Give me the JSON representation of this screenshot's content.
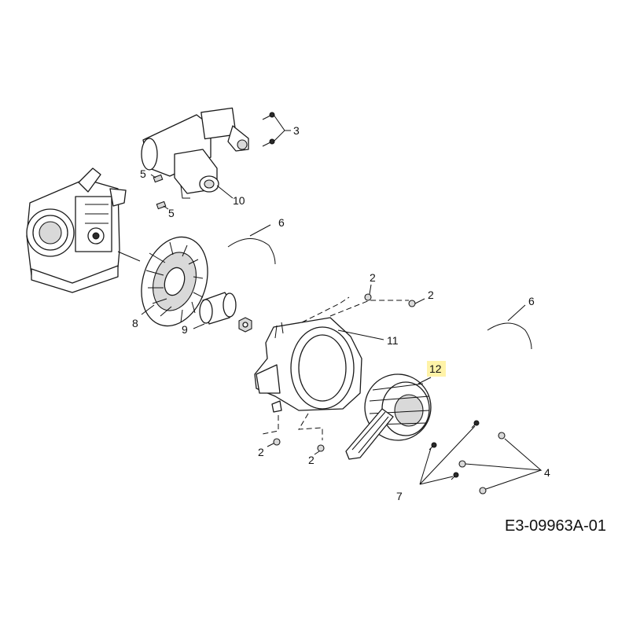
{
  "callouts": {
    "c2a": "2",
    "c2b": "2",
    "c2c": "2",
    "c2d": "2",
    "c3": "3",
    "c4": "4",
    "c5a": "5",
    "c5b": "5",
    "c6a": "6",
    "c6b": "6",
    "c7": "7",
    "c8": "8",
    "c9": "9",
    "c10": "10",
    "c11": "11",
    "c12": "12"
  },
  "highlight_color": "#fff3a8",
  "drawing_number": "E3-09963A-01"
}
